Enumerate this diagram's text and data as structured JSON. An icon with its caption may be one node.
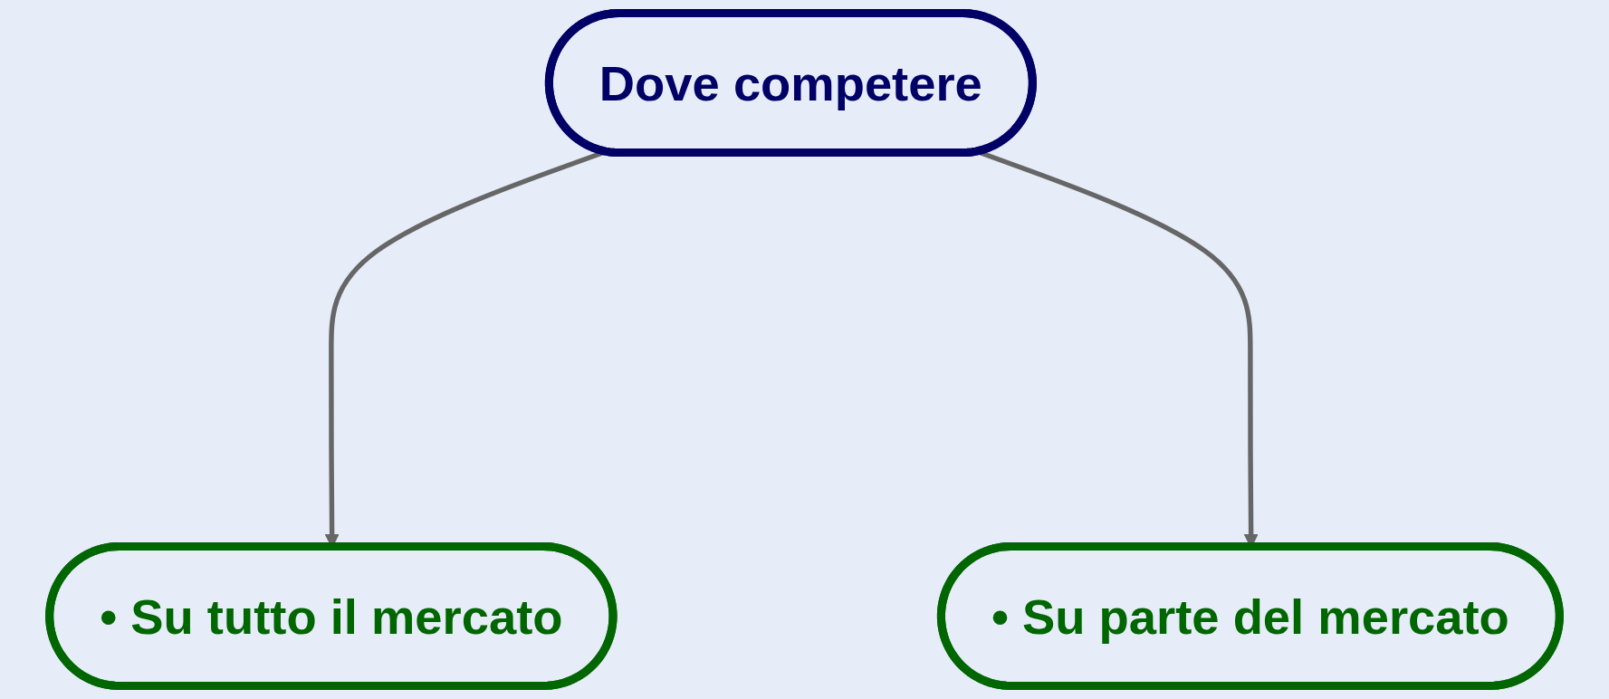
{
  "diagram": {
    "nodes": [
      {
        "text": [
          "Dove competere"
        ]
      },
      {
        "text": [
          "• Su tutto il mercato"
        ]
      },
      {
        "text": [
          "• Su parte del mercato"
        ]
      }
    ],
    "edges": [
      {
        "from": 0,
        "to": 1,
        "arrow": "to"
      },
      {
        "from": 0,
        "to": 2,
        "arrow": "to"
      }
    ]
  }
}
